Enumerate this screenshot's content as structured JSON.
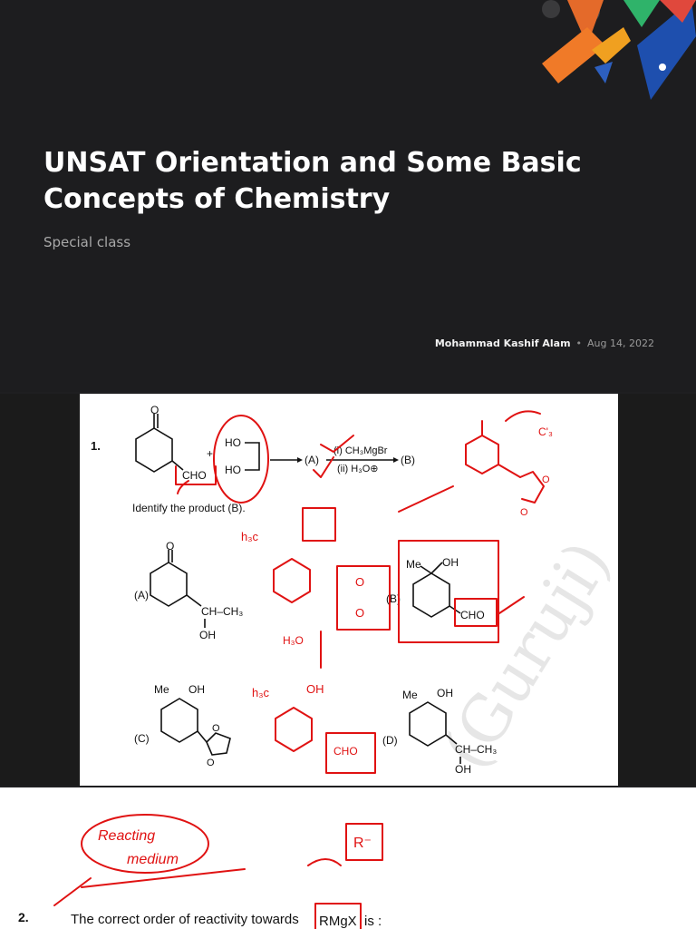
{
  "cover": {
    "title_line1": "UNSAT Orientation and Some Basic",
    "title_line2": "Concepts of Chemistry",
    "subtitle": "Special class",
    "author": "Mohammad Kashif Alam",
    "separator": "•",
    "date": "Aug 14, 2022"
  },
  "question1": {
    "number": "1.",
    "prompt": "Identify the product (B).",
    "reactant_group": "CHO",
    "reagent_ho1": "HO",
    "reagent_ho2": "HO",
    "plus": "+",
    "intermediate": "(A)",
    "step1": "(i) CH₃MgBr",
    "step2": "(ii) H₃O⊕",
    "product": "(B)",
    "options": [
      {
        "label": "(A)",
        "sub1": "CH–CH₃",
        "sub2": "OH"
      },
      {
        "label": "(B)",
        "me": "Me",
        "oh": "OH",
        "sub1": "CHO"
      },
      {
        "label": "(C)",
        "me": "Me",
        "oh": "OH",
        "ring_o1": "O",
        "ring_o2": "O"
      },
      {
        "label": "(D)",
        "me": "Me",
        "oh": "OH",
        "sub1": "CH–CH₃",
        "sub2": "OH"
      }
    ],
    "watermark": "(Guruji)"
  },
  "handwriting": {
    "h3c_1": "h₃c",
    "h3o": "H₃O",
    "h3c_2": "h₃c",
    "oh": "OH",
    "cho": "CHO",
    "o_top": "O",
    "o_bot": "O",
    "c_label": "C'₃"
  },
  "question2": {
    "number": "2.",
    "text": "The correct order of reactivity towards",
    "boxed": "RMgX",
    "tail": "is :",
    "note_line1": "Reacting",
    "note_line2": "medium",
    "boxed_r": "R⁻"
  }
}
